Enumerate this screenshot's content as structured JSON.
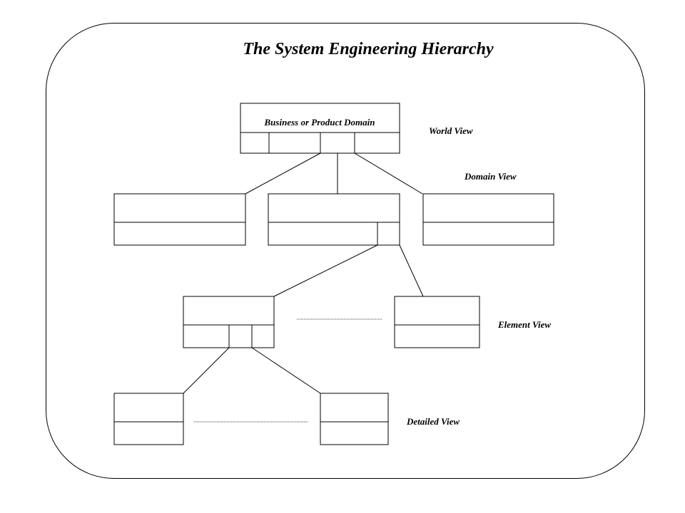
{
  "title": "The System Engineering Hierarchy",
  "top_box_label": "Business or Product Domain",
  "levels": {
    "world": "World View",
    "domain": "Domain View",
    "element": "Element View",
    "detailed": "Detailed View"
  }
}
